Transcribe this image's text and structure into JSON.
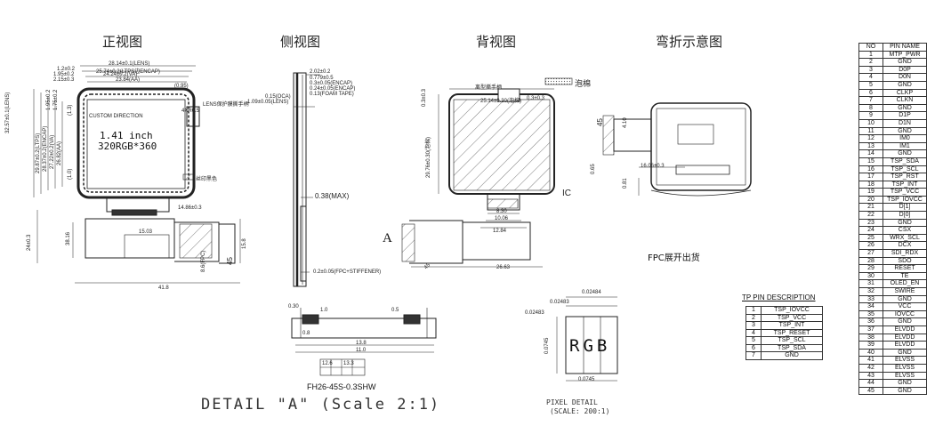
{
  "view_titles": {
    "front": "正视图",
    "side": "侧视图",
    "back": "背视图",
    "bend": "弯折示意图"
  },
  "front_view": {
    "dims_top": [
      "28.14±0.1(LENS)",
      "25.74±0.2(LTPS边ENCAP)",
      "24.24±0.2(VA)",
      "23.84(AA)"
    ],
    "dims_left_top": [
      "1.2±0.2",
      "1.95±0.2",
      "2.15±0.3"
    ],
    "dim_095": "(0.95)",
    "dims_left_vertical": [
      "32.57±0.1(LENS)",
      "29.87±0.2(LTPS)",
      "28.37±0.2(ENCAP)",
      "27.22±0.2(VA)",
      "26.82(AA)",
      "(1.0)",
      "(1.3)"
    ],
    "dims_h": [
      "1.95±0.2",
      "1.75±0.2"
    ],
    "lens_note": "LENS保护膜撕手柄",
    "r_note": "4XR0.5",
    "screen_text": "1.41 inch",
    "screen_text2": "320RGB*360",
    "panel_label": "CUSTOM DIRECTION",
    "legend": "丝印黑色",
    "dims_bottom": [
      "14.86±0.3",
      "15.03",
      "41.8",
      "24±0.3",
      "38.16",
      "15.8",
      "8.6(FPC)",
      "45"
    ]
  },
  "side_view": {
    "dims": [
      "2.02±0.2",
      "0.779±0.5",
      "0.3±0.05(ENCAP)",
      "0.24±0.05(ENCAP)",
      "0.13(FOAM TAPE)",
      "0.15(OCA)",
      "1.09±0.05(LENS)"
    ],
    "max_label": "0.38(MAX)",
    "bottom_label": "0.2±0.05(FPC+STIFFENER)"
  },
  "back_view": {
    "handle_note": "离型撕手柄",
    "foam_legend": "泡棉",
    "dims": [
      "25.14±0.30(泡棉)",
      "0.3±0.3",
      "0.3±0.3",
      "29.76±0.30(泡棉)",
      "8.30",
      "10.06",
      "12.84",
      "26.63",
      "45"
    ],
    "ic_label": "IC",
    "a_label": "A"
  },
  "bend_view": {
    "dims": [
      "45",
      "4.10",
      "16.06±0.3",
      "0.65",
      "0.81"
    ],
    "fpc_label": "FPC展开出货"
  },
  "detail_a": {
    "title": "DETAIL \"A\" (Scale 2:1)",
    "connector": "FH26-45S-0.3SHW",
    "dims": [
      "0.30",
      "1.0",
      "0.5",
      "13.8",
      "11.0",
      "12.6",
      "13.3",
      "0.8"
    ]
  },
  "pixel_detail": {
    "title": "PIXEL DETAIL",
    "scale": "(SCALE: 200:1)",
    "rgb": "RGB",
    "dims": [
      "0.02484",
      "0.02483",
      "0.02483",
      "0.0745",
      "0.0745"
    ]
  },
  "tp_pin": {
    "title": "TP PIN DESCRIPTION",
    "rows": [
      [
        "1",
        "TSP_IOVCC"
      ],
      [
        "2",
        "TSP_VCC"
      ],
      [
        "3",
        "TSP_INT"
      ],
      [
        "4",
        "TSP_RESET"
      ],
      [
        "5",
        "TSP_SCL"
      ],
      [
        "6",
        "TSP_SDA"
      ],
      [
        "7",
        "GND"
      ]
    ]
  },
  "pin_table": {
    "headers": [
      "NO",
      "PIN NAME"
    ],
    "rows": [
      [
        "1",
        "MTP_PWR"
      ],
      [
        "2",
        "GND"
      ],
      [
        "3",
        "D0P"
      ],
      [
        "4",
        "D0N"
      ],
      [
        "5",
        "GND"
      ],
      [
        "6",
        "CLKP"
      ],
      [
        "7",
        "CLKN"
      ],
      [
        "8",
        "GND"
      ],
      [
        "9",
        "D1P"
      ],
      [
        "10",
        "D1N"
      ],
      [
        "11",
        "GND"
      ],
      [
        "12",
        "IM0"
      ],
      [
        "13",
        "IM1"
      ],
      [
        "14",
        "GND"
      ],
      [
        "15",
        "TSP_SDA"
      ],
      [
        "16",
        "TSP_SCL"
      ],
      [
        "17",
        "TSP_RST"
      ],
      [
        "18",
        "TSP_INT"
      ],
      [
        "19",
        "TSP_VCC"
      ],
      [
        "20",
        "TSP_IOVCC"
      ],
      [
        "21",
        "D[1]"
      ],
      [
        "22",
        "D[0]"
      ],
      [
        "23",
        "GND"
      ],
      [
        "24",
        "CSX"
      ],
      [
        "25",
        "WRX_SCL"
      ],
      [
        "26",
        "DCX"
      ],
      [
        "27",
        "SDI_RDX"
      ],
      [
        "28",
        "SDO"
      ],
      [
        "29",
        "RESET"
      ],
      [
        "30",
        "TE"
      ],
      [
        "31",
        "OLED_EN"
      ],
      [
        "32",
        "SWIRE"
      ],
      [
        "33",
        "GND"
      ],
      [
        "34",
        "VCC"
      ],
      [
        "35",
        "IOVCC"
      ],
      [
        "36",
        "GND"
      ],
      [
        "37",
        "ELVDD"
      ],
      [
        "38",
        "ELVDD"
      ],
      [
        "39",
        "ELVDD"
      ],
      [
        "40",
        "GND"
      ],
      [
        "41",
        "ELVSS"
      ],
      [
        "42",
        "ELVSS"
      ],
      [
        "43",
        "ELVSS"
      ],
      [
        "44",
        "GND"
      ],
      [
        "45",
        "GND"
      ]
    ]
  }
}
